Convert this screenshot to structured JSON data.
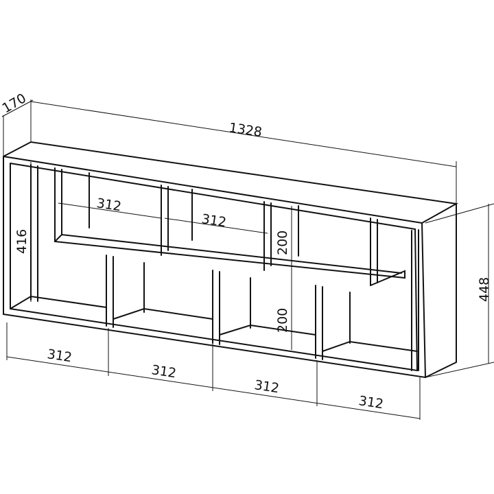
{
  "drawing": {
    "dimensions": {
      "depth": "170",
      "width": "1328",
      "height_total": "448",
      "height_left": "416",
      "upper_compartment_1": "312",
      "upper_compartment_2": "312",
      "upper_height": "200",
      "lower_height": "200",
      "bottom_1": "312",
      "bottom_2": "312",
      "bottom_3": "312",
      "bottom_4": "312"
    }
  }
}
